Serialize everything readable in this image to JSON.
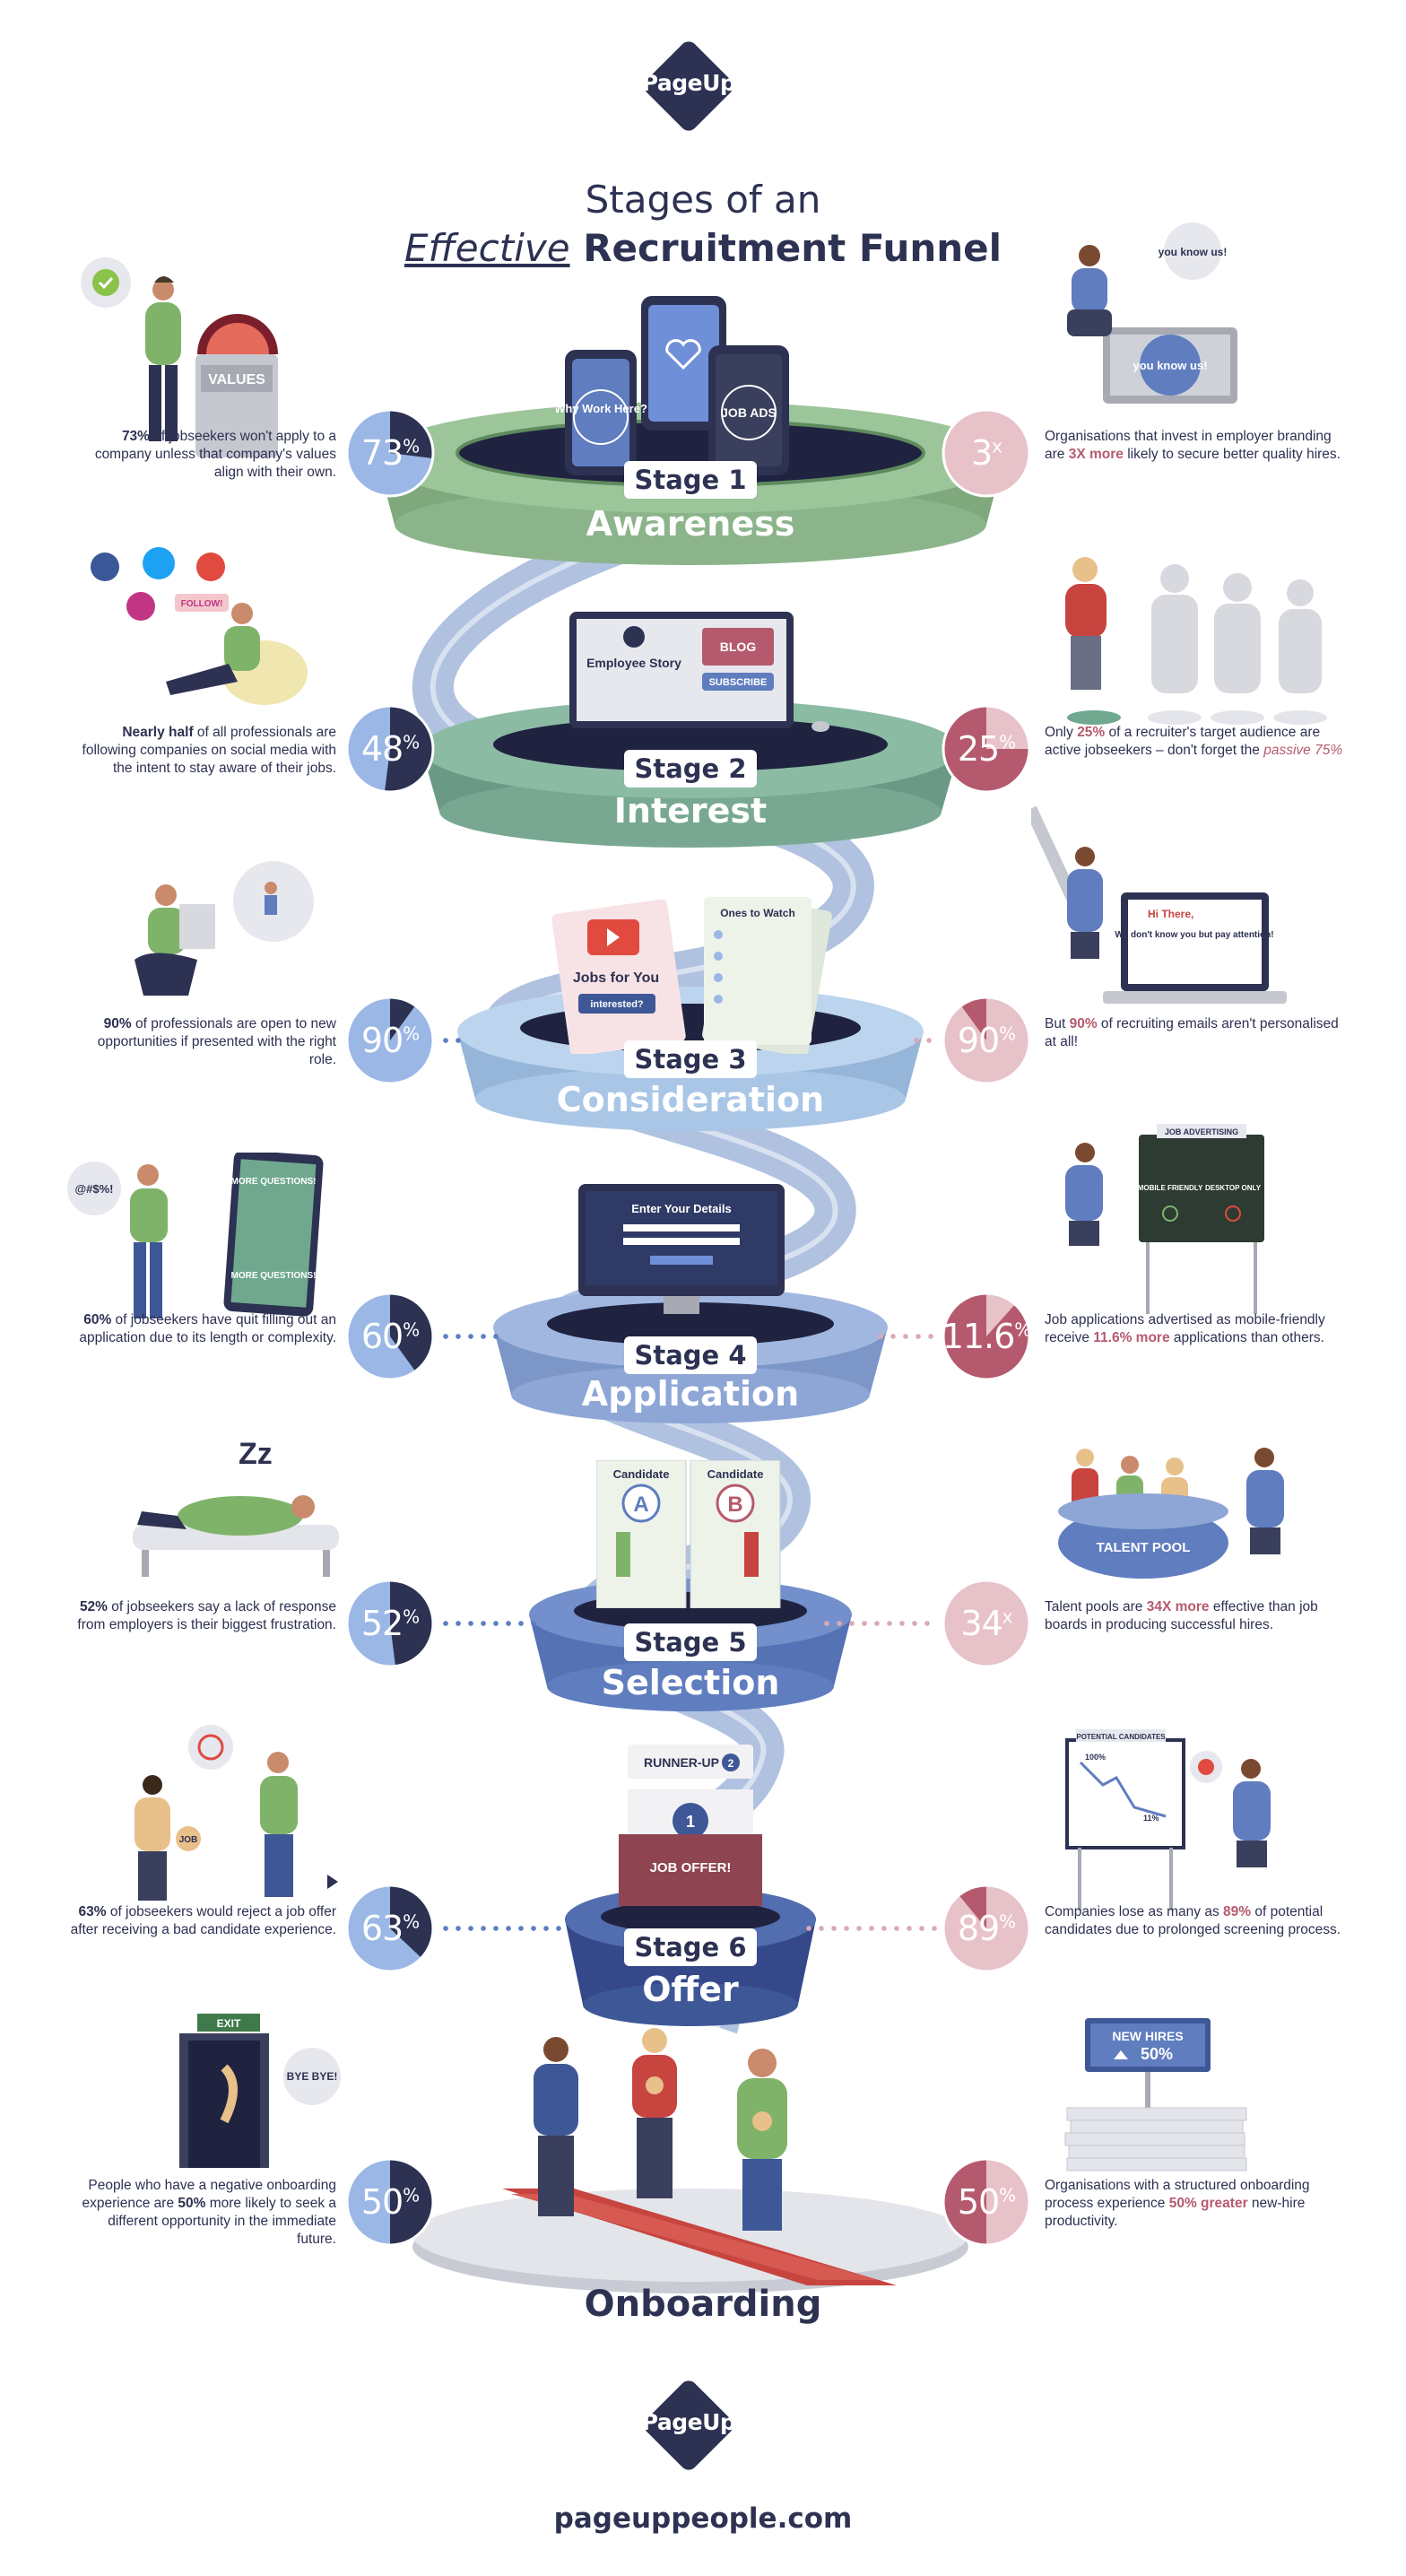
{
  "brand": {
    "logo_text": "PageUp",
    "url": "pageuppeople.com"
  },
  "title": {
    "line1": "Stages of an",
    "effective": "Effective",
    "rest": " Recruitment Funnel"
  },
  "stages": [
    {
      "label": "Stage 1",
      "name": "Awareness",
      "left_stat": {
        "value": "73",
        "unit": "%",
        "fill": 0.73,
        "text_bold": "73%",
        "text": " of jobseekers won't apply to a company unless that company's values align with their own."
      },
      "right_stat": {
        "value": "3",
        "unit": "x",
        "fill": 1.0,
        "text_pre": "Organisations that invest in employer branding are ",
        "text_hl": "3X more",
        "text_post": " likely to secure better quality hires."
      }
    },
    {
      "label": "Stage 2",
      "name": "Interest",
      "left_stat": {
        "value": "48",
        "unit": "%",
        "fill": 0.48,
        "text_bold": "Nearly half",
        "text": " of all professionals are following companies on social media with the intent to stay aware of their jobs."
      },
      "right_stat": {
        "value": "25",
        "unit": "%",
        "fill": 0.25,
        "text_pre": "Only ",
        "text_hl": "25%",
        "text_post": " of a recruiter's target audience are active jobseekers – don't forget the ",
        "text_hl2": "passive 75%"
      }
    },
    {
      "label": "Stage 3",
      "name": "Consideration",
      "left_stat": {
        "value": "90",
        "unit": "%",
        "fill": 0.9,
        "text_bold": "90%",
        "text": " of professionals are open to new opportunities if presented with the right role."
      },
      "right_stat": {
        "value": "90",
        "unit": "%",
        "fill": 0.9,
        "text_pre": "But ",
        "text_hl": "90%",
        "text_post": " of recruiting emails aren't personalised at all!"
      }
    },
    {
      "label": "Stage 4",
      "name": "Application",
      "left_stat": {
        "value": "60",
        "unit": "%",
        "fill": 0.6,
        "text_bold": "60%",
        "text": " of jobseekers have quit filling out an application due to its length or complexity."
      },
      "right_stat": {
        "value": "11.6",
        "unit": "%",
        "fill": 0.116,
        "text_pre": "Job applications advertised as mobile-friendly receive ",
        "text_hl": "11.6% more",
        "text_post": " applications than others."
      }
    },
    {
      "label": "Stage 5",
      "name": "Selection",
      "left_stat": {
        "value": "52",
        "unit": "%",
        "fill": 0.52,
        "text_bold": "52%",
        "text": " of jobseekers say a lack of response from employers is their biggest frustration."
      },
      "right_stat": {
        "value": "34",
        "unit": "x",
        "fill": 1.0,
        "text_pre": "Talent pools are ",
        "text_hl": "34X more",
        "text_post": " effective than job boards in producing successful hires."
      }
    },
    {
      "label": "Stage 6",
      "name": "Offer",
      "left_stat": {
        "value": "63",
        "unit": "%",
        "fill": 0.63,
        "text_bold": "63%",
        "text": " of jobseekers would reject a job offer after receiving a bad candidate experience."
      },
      "right_stat": {
        "value": "89",
        "unit": "%",
        "fill": 0.89,
        "text_pre": "Companies lose as many as ",
        "text_hl": "89%",
        "text_post": " of potential candidates due to prolonged screening process."
      }
    }
  ],
  "onboarding": {
    "name": "Onboarding",
    "left_stat": {
      "value": "50",
      "unit": "%",
      "fill": 0.5,
      "text_pre": "People who have a negative onboarding experience are ",
      "text_bold": "50%",
      "text": " more likely to seek a different opportunity in the immediate future."
    },
    "right_stat": {
      "value": "50",
      "unit": "%",
      "fill": 0.5,
      "text_pre": "Organisations with a structured onboarding process experience ",
      "text_hl": "50% greater",
      "text_post": " new-hire productivity."
    }
  },
  "illustrations": {
    "values": "VALUES",
    "why_work_here": "Why Work Here?",
    "job_ads": "JOB ADS",
    "you_know_us": "you know us!",
    "employee_story": "Employee Story",
    "blog": "BLOG",
    "subscribe": "SUBSCRIBE",
    "follow": "FOLLOW!",
    "jobs_for_you": "Jobs for You",
    "interested": "interested?",
    "ones_to_watch": "Ones to Watch",
    "hi_there": "Hi There,",
    "dont_know": "We don't know you but pay attention!",
    "enter_details": "Enter Your Details",
    "more_questions": "MORE QUESTIONS!",
    "swear": "@#$%!",
    "job_advertising": "JOB ADVERTISING",
    "mobile_friendly": "MOBILE FRIENDLY",
    "desktop_only": "DESKTOP ONLY",
    "zzz": "Zz",
    "candidate": "Candidate",
    "cand_a": "A",
    "cand_b": "B",
    "talent_pool": "TALENT POOL",
    "runner_up": "RUNNER-UP",
    "runner_num": "2",
    "first_num": "1",
    "job_offer": "JOB OFFER!",
    "job_tag": "JOB",
    "potential_candidates": "POTENTIAL CANDIDATES",
    "pct_100": "100%",
    "pct_11": "11%",
    "exit": "EXIT",
    "bye_bye": "BYE BYE!",
    "new_hires": "NEW HIRES",
    "new_hires_pct": "50%"
  },
  "colors": {
    "navy": "#2d3152",
    "stage1": "#8bb48a",
    "stage2": "#78a892",
    "stage3": "#a9c6e6",
    "stage4": "#8da6d6",
    "stage5": "#5f7dbf",
    "stage6": "#3e5796",
    "left_circle": "#2d3152",
    "left_fill": "#9bb7e6",
    "right_circle": "#b55a6e",
    "right_fill": "#e8c2c9"
  }
}
